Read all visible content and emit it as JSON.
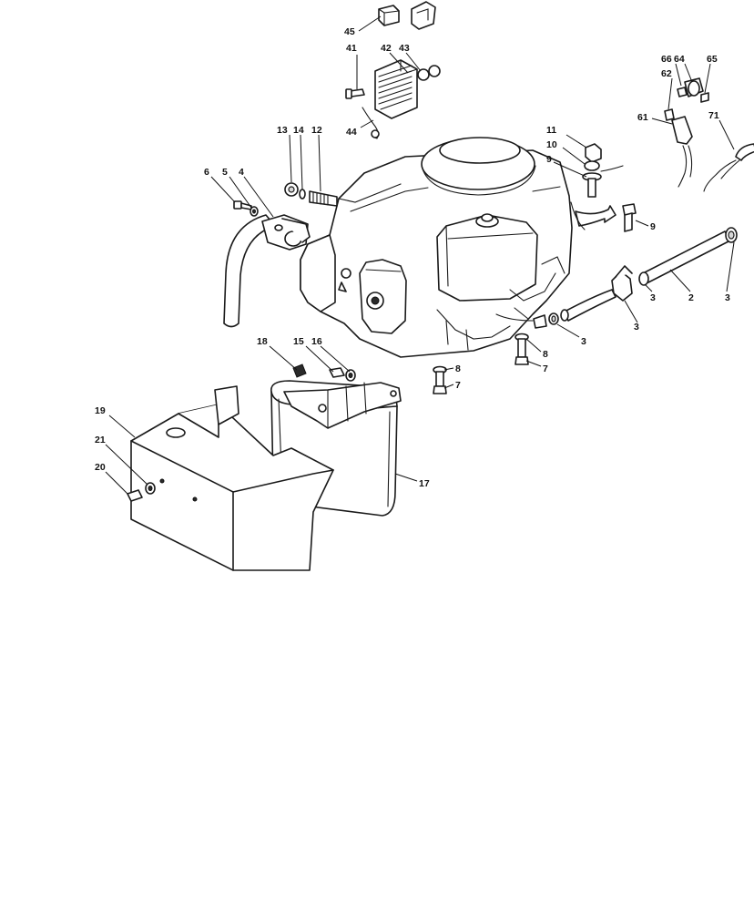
{
  "callouts": {
    "c45": "45",
    "c41": "41",
    "c42": "42",
    "c43": "43",
    "c44": "44",
    "c66": "66",
    "c64": "64",
    "c65": "65",
    "c62": "62",
    "c61": "61",
    "c71": "71",
    "c13": "13",
    "c14": "14",
    "c12": "12",
    "c6": "6",
    "c5": "5",
    "c4": "4",
    "c11": "11",
    "c10": "10",
    "c9a": "9",
    "c9b": "9",
    "c2": "2",
    "c3a": "3",
    "c3b": "3",
    "c3c": "3",
    "c3d": "3",
    "c8a": "8",
    "c7a": "7",
    "c8b": "8",
    "c7b": "7",
    "c18": "18",
    "c15": "15",
    "c16": "16",
    "c17": "17",
    "c19": "19",
    "c21": "21",
    "c20": "20"
  }
}
